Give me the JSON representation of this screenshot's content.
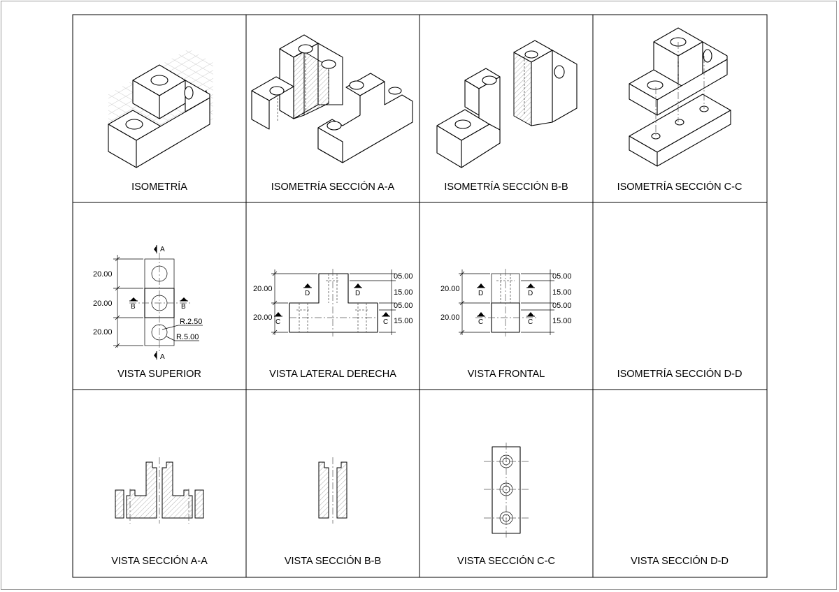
{
  "cells": [
    {
      "id": "iso",
      "caption": "ISOMETRÍA"
    },
    {
      "id": "iso-aa",
      "caption": "ISOMETRÍA SECCIÓN A-A"
    },
    {
      "id": "iso-bb",
      "caption": "ISOMETRÍA SECCIÓN B-B"
    },
    {
      "id": "iso-cc",
      "caption": "ISOMETRÍA SECCIÓN C-C"
    },
    {
      "id": "top",
      "caption": "VISTA SUPERIOR"
    },
    {
      "id": "right",
      "caption": "VISTA LATERAL DERECHA"
    },
    {
      "id": "front",
      "caption": "VISTA FRONTAL"
    },
    {
      "id": "iso-dd",
      "caption": "ISOMETRÍA SECCIÓN D-D"
    },
    {
      "id": "sec-aa",
      "caption": "VISTA SECCIÓN A-A"
    },
    {
      "id": "sec-bb",
      "caption": "VISTA SECCIÓN B-B"
    },
    {
      "id": "sec-cc",
      "caption": "VISTA SECCIÓN C-C"
    },
    {
      "id": "sec-dd",
      "caption": "VISTA SECCIÓN D-D"
    }
  ],
  "top_view": {
    "dims": [
      "20.00",
      "20.00",
      "20.00"
    ],
    "radius_small": "R.2.50",
    "radius_large": "R.5.00",
    "cut_a": "A",
    "cut_b": "B"
  },
  "right_view": {
    "left_dims": [
      "20.00",
      "20.00"
    ],
    "right_dims": [
      "05.00",
      "15.00",
      "05.00",
      "15.00"
    ],
    "cut_c": "C",
    "cut_d": "D"
  },
  "front_view": {
    "left_dims": [
      "20.00",
      "20.00"
    ],
    "right_dims": [
      "05.00",
      "15.00",
      "05.00",
      "15.00"
    ],
    "cut_c": "C",
    "cut_d": "D"
  }
}
